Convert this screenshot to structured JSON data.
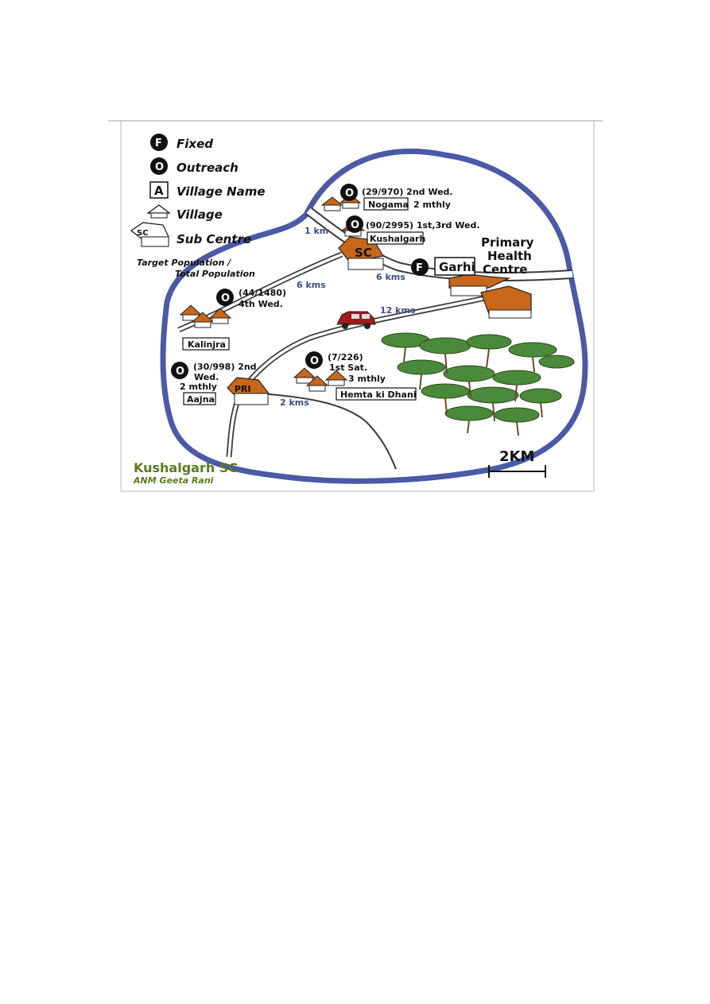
{
  "legend": {
    "fixed_letter": "F",
    "fixed_label": "Fixed",
    "outreach_letter": "O",
    "outreach_label": "Outreach",
    "village_name_letter": "A",
    "village_name_label": "Village Name",
    "village_label": "Village",
    "sub_centre_abbr": "SC",
    "sub_centre_label": "Sub Centre",
    "population_line1": "Target Population /",
    "population_line2": "Total Population"
  },
  "places": {
    "nogama": {
      "name": "Nogama",
      "info1": "(29/970) 2nd Wed.",
      "info2": "2 mthly"
    },
    "kushalgarh": {
      "name": "Kushalgarh",
      "info1": "(90/2995) 1st,3rd Wed."
    },
    "garhi": {
      "name": "Garhi"
    },
    "phc": {
      "line1": "Primary",
      "line2": "Health",
      "line3": "Centre"
    },
    "kalinjra": {
      "name": "Kalinjra",
      "info1": "(44/1480)",
      "info2": "4th Wed."
    },
    "aajna": {
      "name": "Aajna",
      "info1": "(30/998) 2nd",
      "info2": "Wed.",
      "info3": "2 mthly"
    },
    "hemta": {
      "name": "Hemta ki Dhani",
      "info1": "(7/226)",
      "info2": "1st Sat.",
      "info3": "3 mthly"
    },
    "pri": {
      "abbr": "PRI"
    },
    "sc": {
      "abbr": "SC"
    }
  },
  "distances": {
    "d1": "1 km",
    "d2": "6 kms",
    "d3": "6 kms",
    "d4": "12 kms",
    "d5": "2 kms"
  },
  "footer": {
    "title": "Kushalgarh SC",
    "subtitle": "ANM Geeta Rani"
  },
  "scale": {
    "label": "2KM"
  },
  "colors": {
    "boundary": "#4a5aa6",
    "roof": "#c8671a",
    "road": "#3a3a3a",
    "tree": "#4a8a3a",
    "title_green": "#5a7a1e",
    "car": "#a01a1a"
  }
}
